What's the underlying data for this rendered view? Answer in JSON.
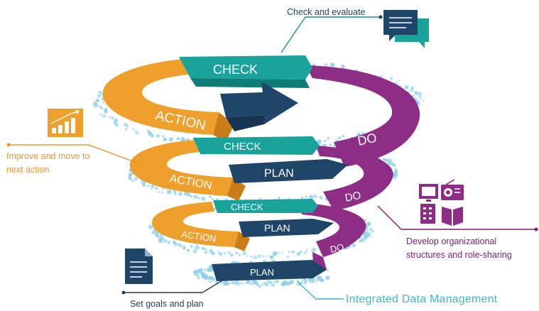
{
  "colors": {
    "action": "#ef9f2c",
    "action_dark": "#c97c17",
    "check": "#1aa39b",
    "check_dark": "#0f7d77",
    "do": "#8d2d86",
    "do_dark": "#6d1f68",
    "plan": "#1f4569",
    "plan_dark": "#163554",
    "dots": "#8fd0e8",
    "label_navy": "#1e3f5a",
    "label_orange": "#e8962e",
    "label_purple": "#7b1e70",
    "label_cyan": "#3fb6cf"
  },
  "labels": {
    "check_evaluate": "Check and evaluate",
    "improve_line1": "Improve and move to",
    "improve_line2": "next action",
    "develop_line1": "Develop organizational",
    "develop_line2": "structures and role-sharing",
    "set_goals": "Set goals and plan",
    "integrated": "Integrated Data Management"
  },
  "bands": {
    "top": {
      "check": "CHECK",
      "action": "ACTION",
      "do": "DO"
    },
    "middle": {
      "check": "CHECK",
      "action": "ACTION",
      "plan": "PLAN",
      "do": "DO"
    },
    "bottom": {
      "check": "CHECK",
      "action": "ACTION",
      "plan": "PLAN",
      "do": "DO"
    },
    "base": {
      "plan": "PLAN"
    }
  },
  "icons": {
    "check": "speech-bubbles-icon",
    "improve": "growth-chart-icon",
    "develop": "monitor-radio-phone-book-icons",
    "plan": "document-icon"
  }
}
